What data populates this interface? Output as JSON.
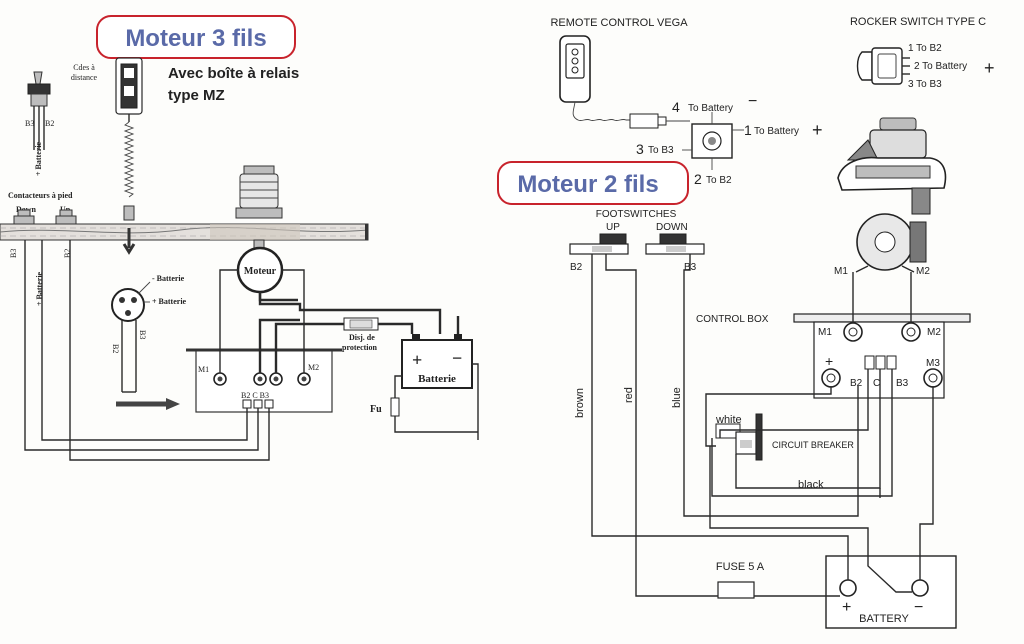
{
  "left": {
    "title": "Moteur 3 fils",
    "subtitle_1": "Avec boîte à relais",
    "subtitle_2": "type MZ",
    "cdes_1": "Cdes à",
    "cdes_2": "distance",
    "toggle_b3": "B3",
    "toggle_b2": "B2",
    "toggle_batt": "+ Batterie",
    "contacteurs": "Contacteurs à pied",
    "down": "Down",
    "up": "Up",
    "left_b3": "B3",
    "left_b2": "B2",
    "left_batt": "+ Batterie",
    "moteur": "Moteur",
    "minus_batt": "- Batterie",
    "plus_batt": "+ Batterie",
    "conn_b2": "B2",
    "conn_b3": "B3",
    "disj_1": "Disj. de",
    "disj_2": "protection",
    "batterie": "Batterie",
    "m1": "M1",
    "m2": "M2",
    "b2_c_b3": "B2 C B3",
    "fu": "Fu",
    "plus_sign": "+",
    "minus_sign": "−"
  },
  "right": {
    "title": "Moteur 2 fils",
    "remote": "REMOTE CONTROL VEGA",
    "rocker": "ROCKER SWITCH TYPE C",
    "r1": "1 To B2",
    "r2": "2 To Battery",
    "r3": "3 To B3",
    "r_plus": "+",
    "s4_num": "4",
    "s4": "To Battery",
    "s4_sign": "−",
    "s1_num": "1",
    "s1": "To Battery",
    "s1_sign": "+",
    "s3_num": "3",
    "s3": "To B3",
    "s2_num": "2",
    "s2": "To B2",
    "footswitches": "FOOTSWITCHES",
    "up": "UP",
    "down": "DOWN",
    "b2": "B2",
    "b3": "B3",
    "m1_top": "M1",
    "m2_top": "M2",
    "control_box": "CONTROL BOX",
    "cb_m1": "M1",
    "cb_m2": "M2",
    "cb_plus": "+",
    "cb_b2": "B2",
    "cb_c": "C",
    "cb_b3": "B3",
    "cb_m3": "M3",
    "brown": "brown",
    "red": "red",
    "blue": "blue",
    "white": "white",
    "breaker": "CIRCUIT BREAKER",
    "black": "black",
    "fuse": "FUSE 5 A",
    "battery": "BATTERY",
    "bat_plus": "+",
    "bat_minus": "−"
  }
}
